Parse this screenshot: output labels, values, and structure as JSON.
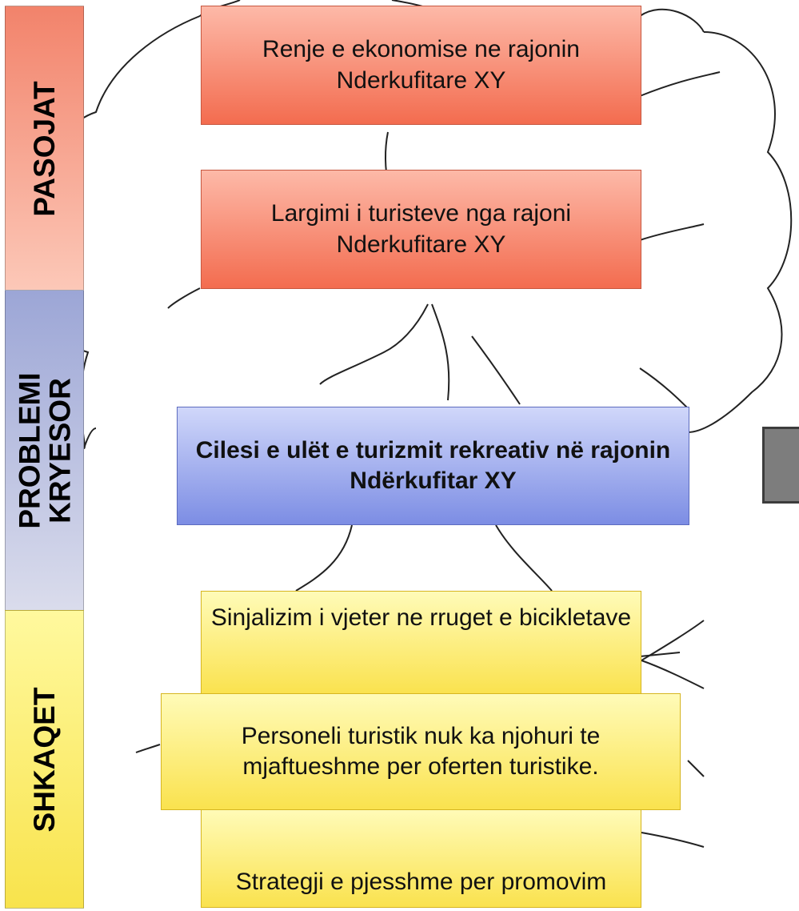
{
  "bands": {
    "effects": "PASOJAT",
    "core_problem": "PROBLEMI\nKRYESOR",
    "causes": "SHKAQET"
  },
  "colors": {
    "effects": "#f36c4f",
    "core_problem": "#9aa6d8",
    "causes": "#fae24e"
  },
  "effects": [
    "Renje e ekonomise ne rajonin Nderkufitare XY",
    "Largimi i turisteve nga rajoni Nderkufitare XY"
  ],
  "core_problem": "Cilesi e ulët e turizmit rekreativ në rajonin Ndërkufitar XY",
  "causes": [
    "Sinjalizim i vjeter ne rruget e bicikletave",
    "Personeli turistik nuk ka njohuri te mjaftueshme per oferten turistike.",
    "Strategji e pjesshme per promovim"
  ]
}
